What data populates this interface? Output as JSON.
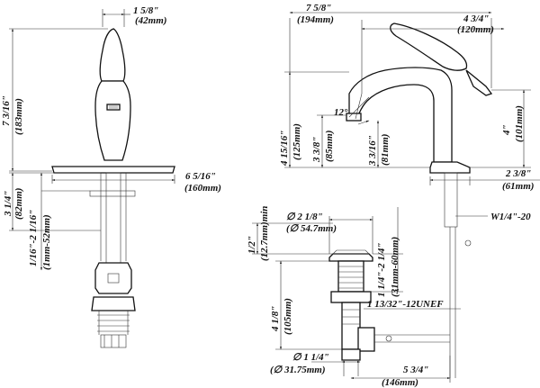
{
  "dimensions": {
    "top_width_in": "1 5/8\"",
    "top_width_mm": "(42mm)",
    "total_height_in": "7 3/16\"",
    "total_height_mm": "(183mm)",
    "base_width_in": "6 5/16\"",
    "base_width_mm": "(160mm)",
    "shank_in": "3 1/4\"",
    "shank_mm": "(82mm)",
    "deck_range_in": "1/16\"-2 1/16\"",
    "deck_range_mm": "(1mm-52mm)",
    "overall_len_in": "7 5/8\"",
    "overall_len_mm": "(194mm)",
    "reach_in": "4 3/4\"",
    "reach_mm": "(120mm)",
    "angle": "12°",
    "spout_h_in": "4 15/16\"",
    "spout_h_mm": "(125mm)",
    "aerator_h_in": "3 3/8\"",
    "aerator_h_mm": "(85mm)",
    "outlet_h_in": "3 3/16\"",
    "outlet_h_mm": "(81mm)",
    "handle_h_in": "4\"",
    "handle_h_mm": "(101mm)",
    "base_dia_in": "2 3/8\"",
    "base_dia_mm": "(61mm)",
    "thread": "W1/4\"-20",
    "drain_gap_in": "1/2\"",
    "drain_gap_mm": "(12.7mm)min",
    "flange_dia_in": "∅ 2 1/8\"",
    "flange_dia_mm": "(∅ 54.7mm)",
    "drain_range_in": "1 1/4\"-2 1/4\"",
    "drain_range_mm": "(31mm-60mm)",
    "drain_h_in": "4 1/8\"",
    "drain_h_mm": "(105mm)",
    "drain_thread": "1 13/32\"-12UNEF",
    "tail_dia_in": "∅ 1 1/4\"",
    "tail_dia_mm": "(∅ 31.75mm)",
    "tail_len_in": "5 3/4\"",
    "tail_len_mm": "(146mm)"
  }
}
